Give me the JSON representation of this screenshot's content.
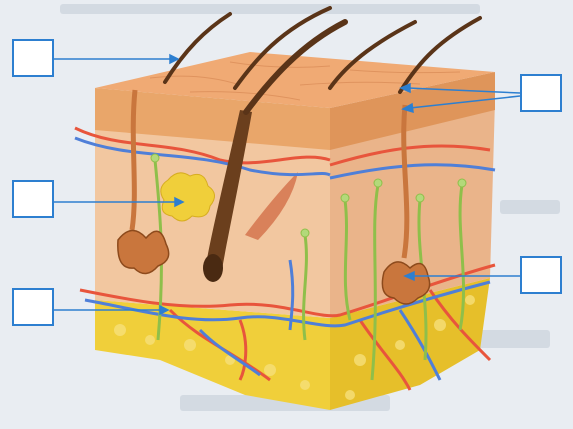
{
  "diagram": {
    "subject": "skin-cross-section",
    "colors": {
      "epidermis": "#e9a66a",
      "dermis": "#f2c7a0",
      "fat_layer": "#f0cf3a",
      "hair": "#5a3418",
      "artery": "#e8553c",
      "vein": "#4f7fd8",
      "nerve": "#8fbf4a",
      "gland": "#c9763d",
      "label_box": "#2d7fd0",
      "background": "#e9edf2"
    },
    "labels": [
      {
        "id": "hair-label",
        "text": ""
      },
      {
        "id": "fat-cell-label",
        "text": ""
      },
      {
        "id": "vessel-label",
        "text": ""
      },
      {
        "id": "epidermis-label",
        "text": ""
      },
      {
        "id": "sweat-gland-label",
        "text": ""
      }
    ]
  }
}
